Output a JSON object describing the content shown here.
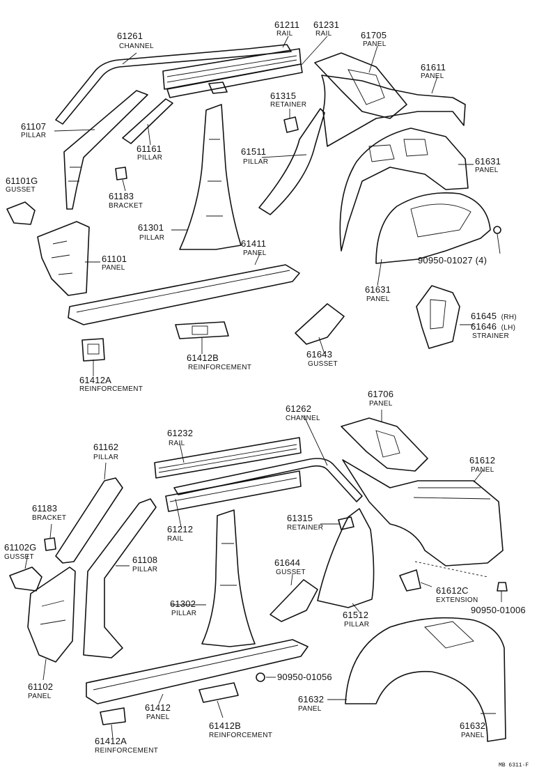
{
  "labels": [
    {
      "id": "l0",
      "num": "61261",
      "name": "CHANNEL"
    },
    {
      "id": "l1",
      "num": "61211",
      "name": "RAIL"
    },
    {
      "id": "l2",
      "num": "61231",
      "name": "RAIL"
    },
    {
      "id": "l3",
      "num": "61705",
      "name": "PANEL"
    },
    {
      "id": "l4",
      "num": "61611",
      "name": "PANEL"
    },
    {
      "id": "l5",
      "num": "61315",
      "name": "RETAINER"
    },
    {
      "id": "l6",
      "num": "61107",
      "name": "PILLAR"
    },
    {
      "id": "l7",
      "num": "61161",
      "name": "PILLAR"
    },
    {
      "id": "l8",
      "num": "61511",
      "name": "PILLAR"
    },
    {
      "id": "l9",
      "num": "61631",
      "name": "PANEL"
    },
    {
      "id": "l10",
      "num": "61101G",
      "name": "GUSSET"
    },
    {
      "id": "l11",
      "num": "61183",
      "name": "BRACKET"
    },
    {
      "id": "l12",
      "num": "61301",
      "name": "PILLAR"
    },
    {
      "id": "l13",
      "num": "61411",
      "name": "PANEL"
    },
    {
      "id": "l14",
      "num": "61101",
      "name": "PANEL"
    },
    {
      "id": "l15",
      "num": "90950-01027 (4)",
      "name": ""
    },
    {
      "id": "l16",
      "num": "61631",
      "name": "PANEL"
    },
    {
      "id": "l17",
      "num": "61645",
      "suffix": "(RH)",
      "name": ""
    },
    {
      "id": "l18",
      "num": "61646",
      "suffix": "(LH)",
      "name": "STRAINER"
    },
    {
      "id": "l19",
      "num": "61643",
      "name": "GUSSET"
    },
    {
      "id": "l20",
      "num": "61412B",
      "name": "REINFORCEMENT"
    },
    {
      "id": "l21",
      "num": "61412A",
      "name": "REINFORCEMENT"
    },
    {
      "id": "l22",
      "num": "61706",
      "name": "PANEL"
    },
    {
      "id": "l23",
      "num": "61262",
      "name": "CHANNEL"
    },
    {
      "id": "l24",
      "num": "61232",
      "name": "RAIL"
    },
    {
      "id": "l25",
      "num": "61612",
      "name": "PANEL"
    },
    {
      "id": "l26",
      "num": "61162",
      "name": "PILLAR"
    },
    {
      "id": "l27",
      "num": "61183",
      "name": "BRACKET"
    },
    {
      "id": "l28",
      "num": "61212",
      "name": "RAIL"
    },
    {
      "id": "l29",
      "num": "61315",
      "name": "RETAINER"
    },
    {
      "id": "l30",
      "num": "61102G",
      "name": "GUSSET"
    },
    {
      "id": "l31",
      "num": "61108",
      "name": "PILLAR"
    },
    {
      "id": "l32",
      "num": "61644",
      "name": "GUSSET"
    },
    {
      "id": "l33",
      "num": "61612C",
      "name": "EXTENSION"
    },
    {
      "id": "l34",
      "num": "90950-01006",
      "name": ""
    },
    {
      "id": "l35",
      "num": "61302",
      "name": "PILLAR"
    },
    {
      "id": "l36",
      "num": "61512",
      "name": "PILLAR"
    },
    {
      "id": "l37",
      "num": "90950-01056",
      "name": ""
    },
    {
      "id": "l38",
      "num": "61102",
      "name": "PANEL"
    },
    {
      "id": "l39",
      "num": "61412",
      "name": "PANEL"
    },
    {
      "id": "l40",
      "num": "61632",
      "name": "PANEL"
    },
    {
      "id": "l41",
      "num": "61412B",
      "name": "REINFORCEMENT"
    },
    {
      "id": "l42",
      "num": "61632",
      "name": "PANEL"
    },
    {
      "id": "l43",
      "num": "61412A",
      "name": "REINFORCEMENT"
    }
  ],
  "footer": {
    "code": "MB 6311·F"
  }
}
